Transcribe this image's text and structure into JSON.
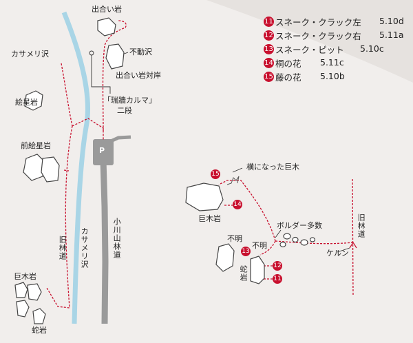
{
  "legend": [
    {
      "num": "11",
      "name": "スネーク・クラック左",
      "grade": "5.10d"
    },
    {
      "num": "12",
      "name": "スネーク・クラック右",
      "grade": "5.11a"
    },
    {
      "num": "13",
      "name": "スネーク・ピット",
      "grade": "5.10c"
    },
    {
      "num": "14",
      "name": "桐の花",
      "grade": "5.11c"
    },
    {
      "num": "15",
      "name": "藤の花",
      "grade": "5.10b"
    }
  ],
  "labels": {
    "deai_iwa": "出合い岩",
    "fudosawa": "不動沢",
    "deai_taigan": "出合い岩対岸",
    "kasameri_top": "カサメリ沢",
    "zuishi_line1": "「瑞牆カルマ」",
    "zuishi_line2": "二段",
    "ebosh": "絵星岩",
    "mae_ebosh": "前絵星岩",
    "parking": "P",
    "ogawayama": "小川山林道",
    "kasameri_v": "カサメリ沢",
    "kyurindo_left": "旧林道",
    "kyoboku_left": "巨木岩",
    "hebi_left": "蛇岩",
    "yoko_kyoboku": "横になった巨木",
    "kyoboku_right": "巨木岩",
    "boulder": "ボルダー多数",
    "fumei1": "不明",
    "fumei2": "不明",
    "hebi_right": "蛇岩",
    "kerun": "ケルン",
    "kyurindo_right": "旧林道"
  },
  "badges": {
    "b15": "15",
    "b14": "14",
    "b13": "13",
    "b12": "12",
    "b11": "11"
  },
  "colors": {
    "river": "#a9d5e6",
    "road": "#9a9a9a",
    "trail": "#c8102e",
    "rock_fill": "#ffffff",
    "rock_stroke": "#444444",
    "accent": "#c8102e",
    "background": "#f1eeec"
  }
}
